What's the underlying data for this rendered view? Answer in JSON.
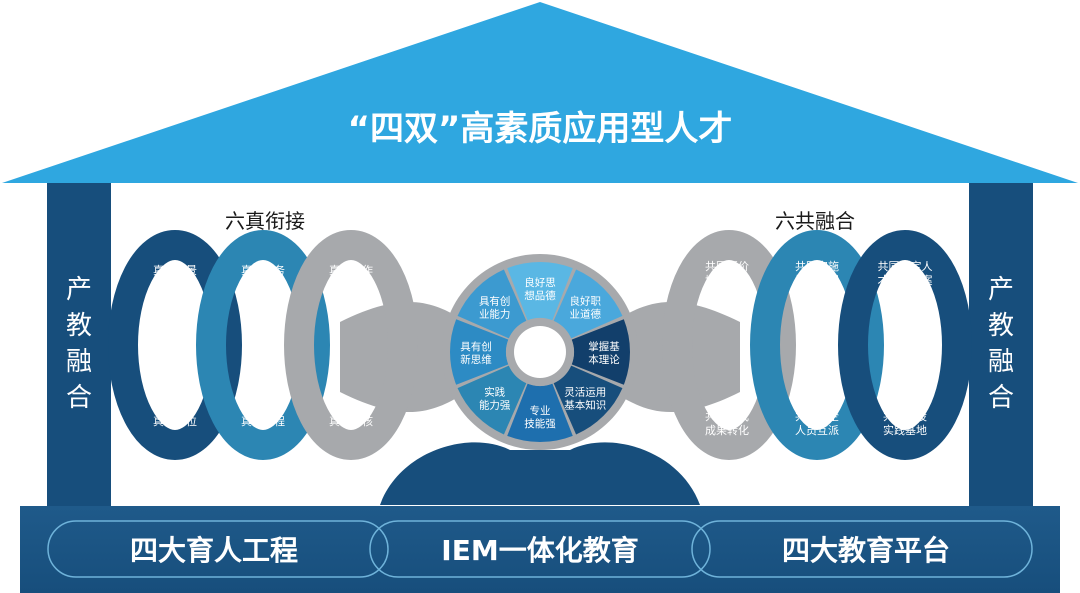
{
  "roof": {
    "title": "“四双”高素质应用型人才"
  },
  "pillars": {
    "left": [
      "产",
      "教",
      "融",
      "合"
    ],
    "right": [
      "产",
      "教",
      "融",
      "合"
    ]
  },
  "left_group": {
    "heading": "六真衔接",
    "items": [
      "真实场景",
      "真实任务",
      "真实操作",
      "真实岗位",
      "真实流程",
      "真实考核"
    ]
  },
  "right_group": {
    "heading": "六共融合",
    "items": [
      [
        "共同评价",
        "培养质量"
      ],
      [
        "共同实施",
        "培养过程"
      ],
      [
        "共同制定人",
        "才培养方案"
      ],
      [
        "共同完成",
        "成果转化"
      ],
      [
        "共施校企",
        "人员互派"
      ],
      [
        "共同建设",
        "实践基地"
      ]
    ]
  },
  "wheel": {
    "segments": [
      [
        "良好思",
        "想品德"
      ],
      [
        "良好职",
        "业道德"
      ],
      [
        "掌握基",
        "本理论"
      ],
      [
        "灵活运用",
        "基本知识"
      ],
      [
        "专业",
        "技能强"
      ],
      [
        "实践",
        "能力强"
      ],
      [
        "具有创",
        "新思维"
      ],
      [
        "具有创",
        "业能力"
      ]
    ]
  },
  "base": {
    "left": "四大育人工程",
    "center": "IEM一体化教育",
    "right": "四大教育平台"
  },
  "colors": {
    "sky": "#2FA7E0",
    "navy": "#174E7C",
    "dark": "#123F6B",
    "teal": "#2C86B3",
    "gray": "#A7A9AC",
    "light_blue": "#5AB7E4"
  }
}
